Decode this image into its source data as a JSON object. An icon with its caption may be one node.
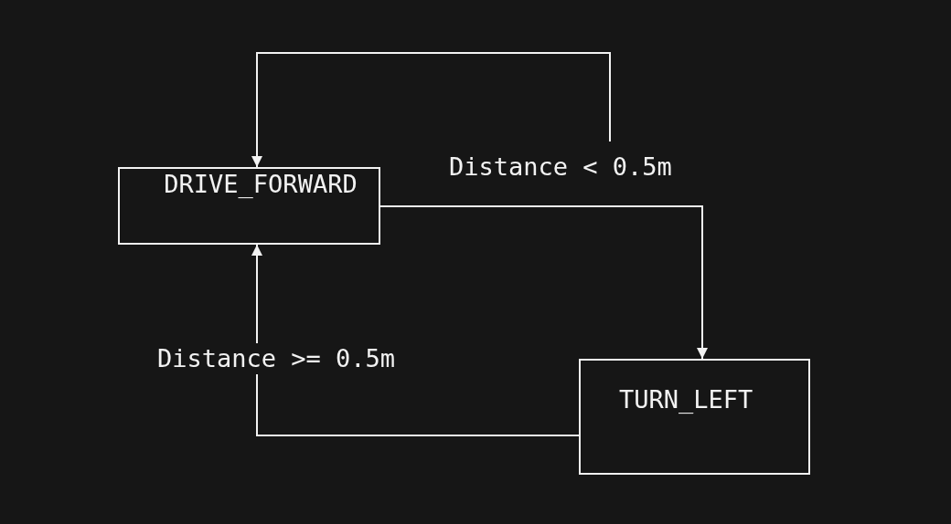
{
  "diagram": {
    "nodes": [
      {
        "text": [
          "DRIVE_FORWARD"
        ]
      },
      {
        "text": [
          "TURN_LEFT"
        ]
      }
    ],
    "edges": [
      {
        "from": null,
        "to": 0,
        "arrow": "to",
        "label": "Distance < 0.5m"
      },
      {
        "from": 0,
        "to": 1,
        "arrow": "to"
      },
      {
        "from": 1,
        "to": 0,
        "arrow": "to",
        "label": "Distance >= 0.5m"
      }
    ]
  }
}
